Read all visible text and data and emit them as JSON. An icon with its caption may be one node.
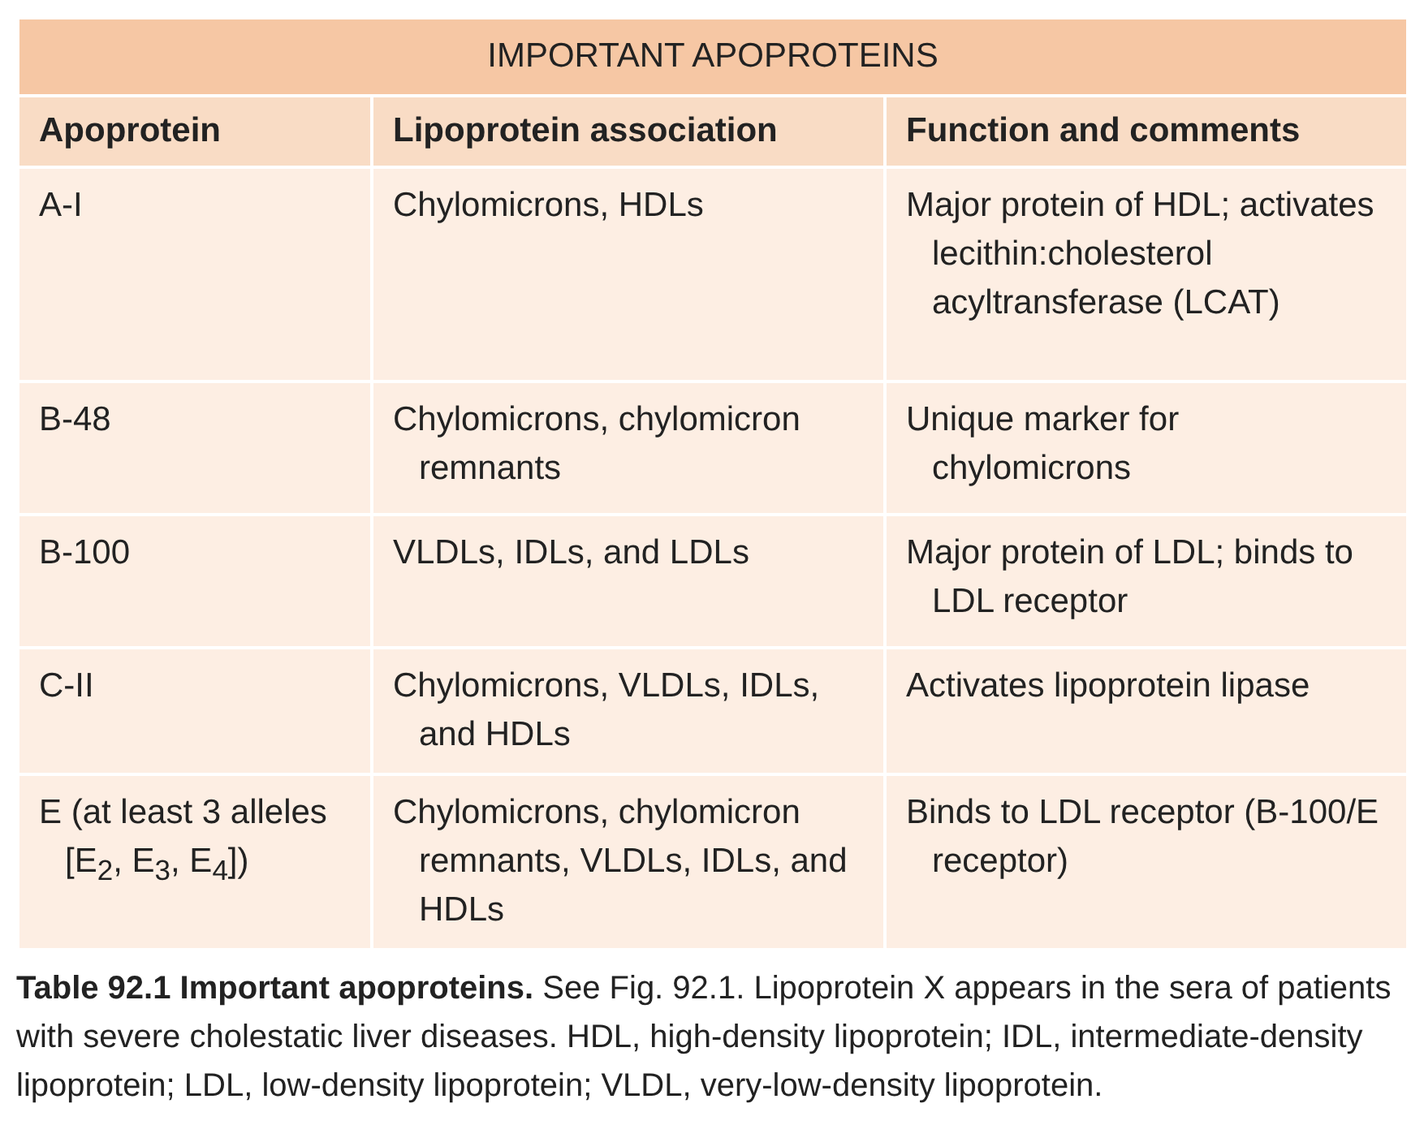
{
  "diagram": {
    "title": "IMPORTANT APOPROTEINS",
    "caption": "**Table 92.1 Important apoproteins.** See Fig. 92.1. Lipoprotein X appears in the sera of patients with severe cholestatic liver diseases. HDL, high-density lipoprotein; IDL, intermediate-density lipoprotein; LDL, low-density lipoprotein; VLDL, very-low-density lipoprotein.",
    "labels": [
      "Apoprotein",
      "Lipoprotein association",
      "Function and comments",
      "A-I",
      "Chylomicrons, HDLs",
      "Major protein of HDL; activates lecithin:cholesterol acyltransferase (LCAT)",
      "B-48",
      "Chylomicrons, chylomicron remnants",
      "Unique marker for chylomicrons",
      "B-100",
      "VLDLs, IDLs, and LDLs",
      "Major protein of LDL; binds to LDL receptor",
      "C-II",
      "Chylomicrons, VLDLs, IDLs, and HDLs",
      "Activates lipoprotein lipase",
      "E (at least 3 alleles [E$_{2}$, E$_{3}$, E$_{4}$])",
      "Chylomicrons, chylomicron remnants, VLDLs, IDLs, and HDLs",
      "Binds to LDL receptor (B-100/E receptor)"
    ]
  }
}
